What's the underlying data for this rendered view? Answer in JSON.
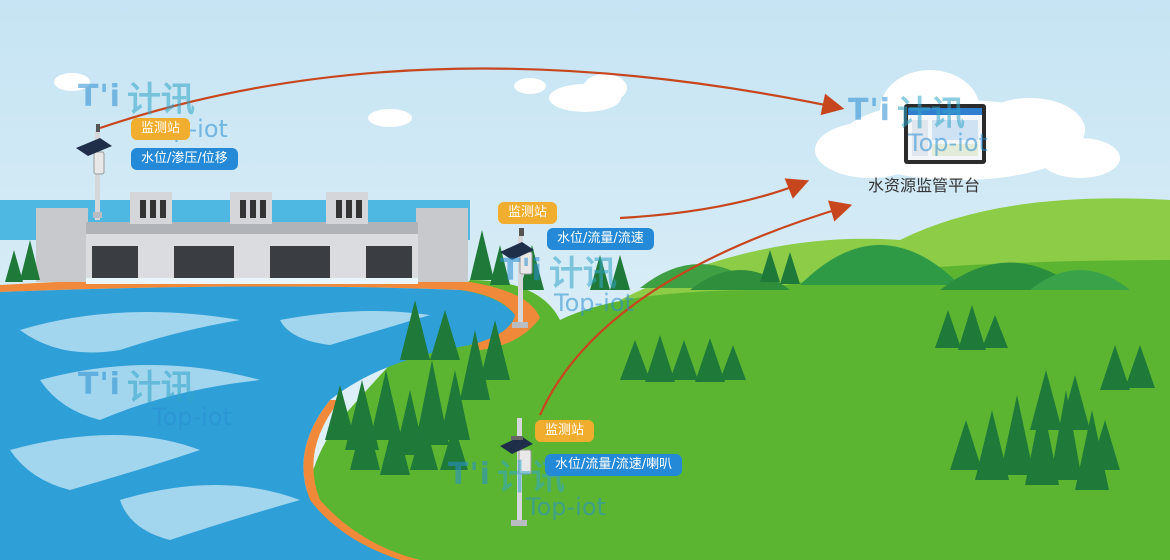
{
  "stations": [
    {
      "label": "监测站",
      "measures": "水位/渗压/位移"
    },
    {
      "label": "监测站",
      "measures": "水位/流量/流速"
    },
    {
      "label": "监测站",
      "measures": "水位/流量/流速/喇叭"
    }
  ],
  "platform": {
    "label": "水资源监管平台"
  },
  "watermark": {
    "cn": "计讯",
    "en": "Top-iot"
  },
  "colors": {
    "sky": "#d8ecf6",
    "grass": "#5cb531",
    "water": "#2f9fd8",
    "tag_orange": "#f1ad2d",
    "tag_blue": "#2489d6",
    "arrow": "#c8461e"
  }
}
